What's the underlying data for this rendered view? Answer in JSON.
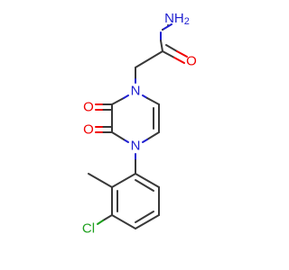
{
  "molecule": {
    "atoms": {
      "amide_n": {
        "label": "NH",
        "sub": "2",
        "color": "#1f1fd0"
      },
      "amide_o": {
        "label": "O",
        "color": "#f00000"
      },
      "ring_n1": {
        "label": "N",
        "color": "#1f1fd0"
      },
      "ring_n4": {
        "label": "N",
        "color": "#1f1fd0"
      },
      "keto_o2": {
        "label": "O",
        "color": "#f00000"
      },
      "keto_o3": {
        "label": "O",
        "color": "#f00000"
      },
      "chlorine": {
        "label": "Cl",
        "color": "#1fa01f"
      }
    }
  }
}
